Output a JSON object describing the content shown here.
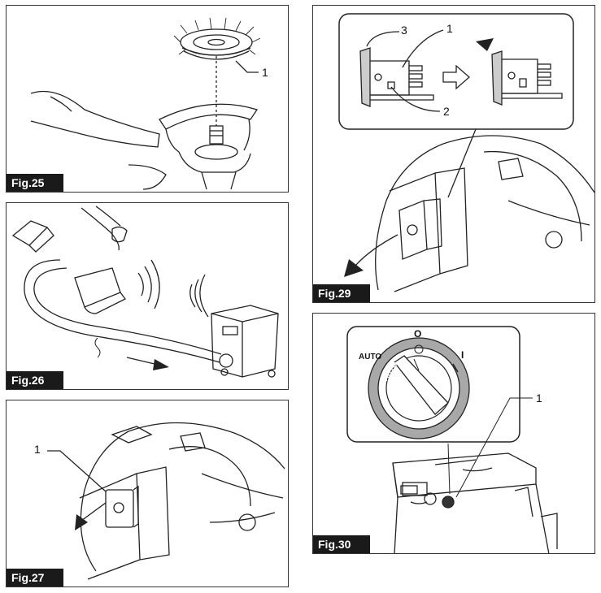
{
  "figures": {
    "fig25": {
      "label": "Fig.25",
      "callouts": [
        "1"
      ]
    },
    "fig26": {
      "label": "Fig.26"
    },
    "fig27": {
      "label": "Fig.27",
      "callouts": [
        "1"
      ]
    },
    "fig29": {
      "label": "Fig.29",
      "callouts": [
        "3",
        "1",
        "2"
      ]
    },
    "fig30": {
      "label": "Fig.30",
      "callouts": [
        "1"
      ],
      "dial": {
        "auto": "AUTO",
        "auto_ring": "AUTO",
        "off": "O",
        "on": "I"
      }
    }
  }
}
